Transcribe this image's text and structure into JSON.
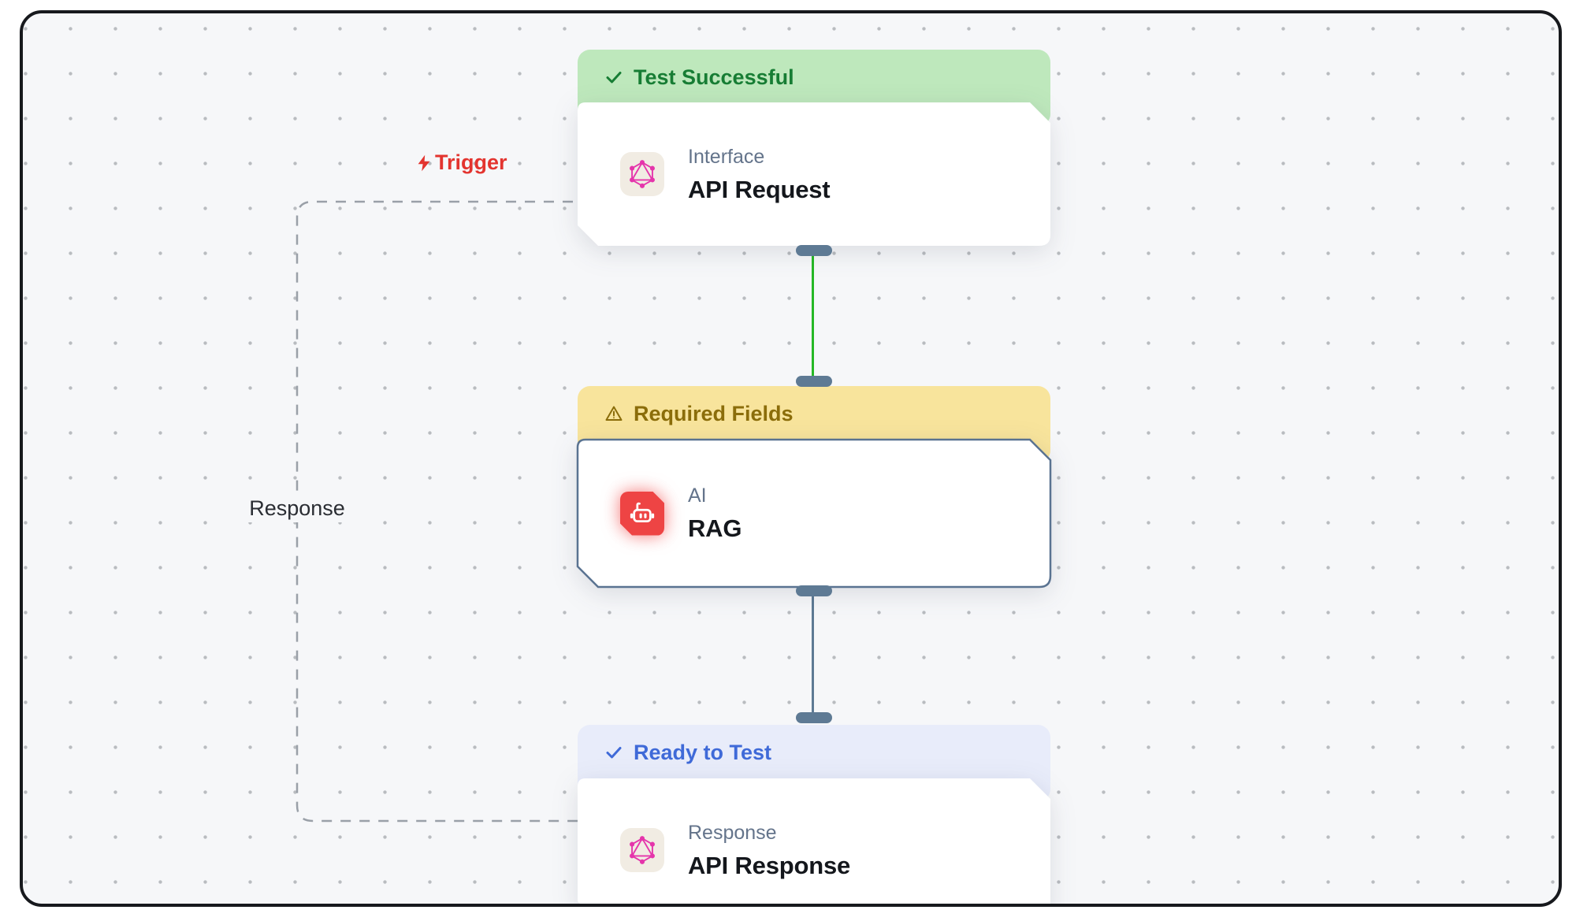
{
  "canvas": {
    "background": "#f6f7f9",
    "dot_color": "#b9bcc0"
  },
  "labels": {
    "trigger": "Trigger",
    "response": "Response"
  },
  "nodes": [
    {
      "status": "Test Successful",
      "status_icon": "check",
      "status_bg": "#bee8bc",
      "status_color": "#177d34",
      "category": "Interface",
      "title": "API Request",
      "icon": "graphql-logo"
    },
    {
      "status": "Required Fields",
      "status_icon": "warning-triangle",
      "status_bg": "#f8e49c",
      "status_color": "#8b6d0a",
      "category": "AI",
      "title": "RAG",
      "icon": "robot",
      "selected": true
    },
    {
      "status": "Ready to Test",
      "status_icon": "check",
      "status_bg": "#e8ecfa",
      "status_color": "#3f6ad8",
      "category": "Response",
      "title": "API Response",
      "icon": "graphql-logo"
    }
  ],
  "edges": [
    {
      "from": "API Request",
      "to": "RAG",
      "style": "solid",
      "color": "#26b826"
    },
    {
      "from": "RAG",
      "to": "API Response",
      "style": "solid",
      "color": "#5e7a94"
    },
    {
      "from": "API Response",
      "to": "API Request",
      "style": "dashed",
      "color": "#9aa0a8",
      "label": "Response"
    }
  ],
  "accents": {
    "trigger_red": "#e3342f",
    "graphql_pink": "#e535ab",
    "robot_red": "#ee4444",
    "handle_slate": "#5e7a94",
    "selected_border": "#5a7391"
  }
}
